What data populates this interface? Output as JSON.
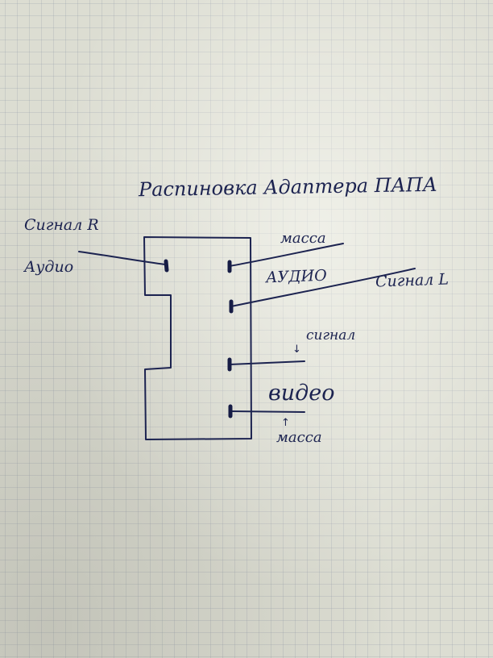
{
  "title": "Распиновка Адаптера ПАПА",
  "labels": {
    "signal_r": "Сигнал R",
    "audio_left": "Аудио",
    "massa_top": "масса",
    "audio_right": "АУДИО",
    "signal_l": "Сигнал L",
    "signal_video": "сигнал",
    "video": "видео",
    "massa_bottom": "масса"
  },
  "arrows": {
    "down": "↓",
    "up": "↑"
  },
  "colors": {
    "ink": "#1c2350",
    "paper": "#dcddd2",
    "grid": "#96a0aa"
  }
}
